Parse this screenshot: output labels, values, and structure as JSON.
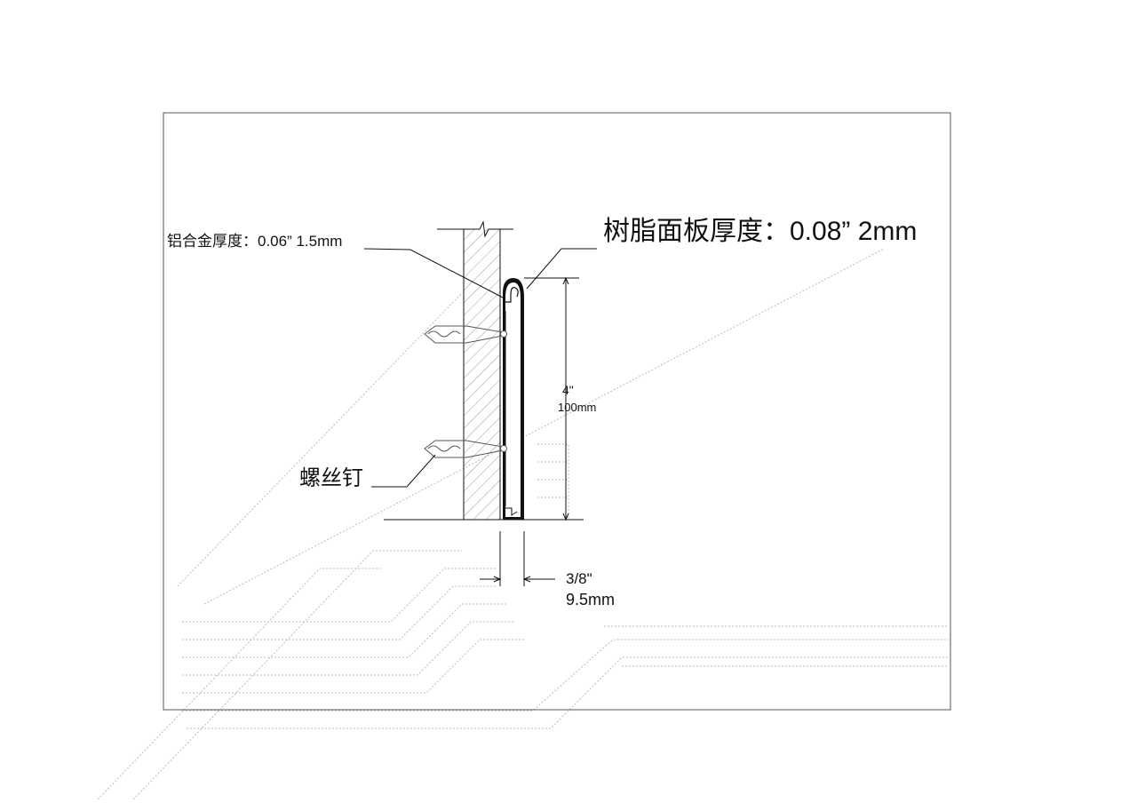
{
  "drawing": {
    "labels": {
      "alloy_thickness": "铝合金厚度：0.06” 1.5mm",
      "resin_panel_thickness": "树脂面板厚度：0.08” 2mm",
      "screw": "螺丝钉",
      "height_in": "4\"",
      "height_mm": "100mm",
      "gap_in": "3/8\"",
      "gap_mm": "9.5mm"
    },
    "colors": {
      "line": "#111111",
      "hatch": "#999999",
      "background_trace": "#bbbbbb"
    }
  }
}
